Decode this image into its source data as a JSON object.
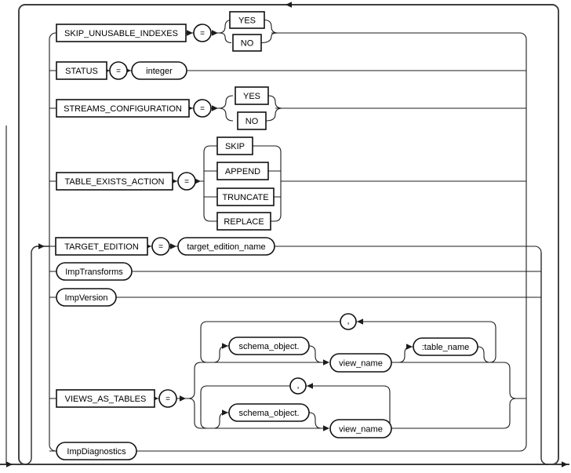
{
  "diagram": {
    "type": "railroad-syntax-diagram",
    "line_color": "#1c1c1c",
    "labels": {
      "skip_unusable_indexes": "SKIP_UNUSABLE_INDEXES",
      "yes": "YES",
      "no": "NO",
      "status": "STATUS",
      "integer": "integer",
      "streams_configuration": "STREAMS_CONFIGURATION",
      "table_exists_action": "TABLE_EXISTS_ACTION",
      "skip": "SKIP",
      "append": "APPEND",
      "truncate": "TRUNCATE",
      "replace": "REPLACE",
      "target_edition": "TARGET_EDITION",
      "target_edition_name": "target_edition_name",
      "imp_transforms": "ImpTransforms",
      "imp_version": "ImpVersion",
      "views_as_tables": "VIEWS_AS_TABLES",
      "schema_object": "schema_object.",
      "view_name": "view_name",
      "table_name": ":table_name",
      "imp_diagnostics": "ImpDiagnostics",
      "equals": "=",
      "comma": ","
    }
  }
}
